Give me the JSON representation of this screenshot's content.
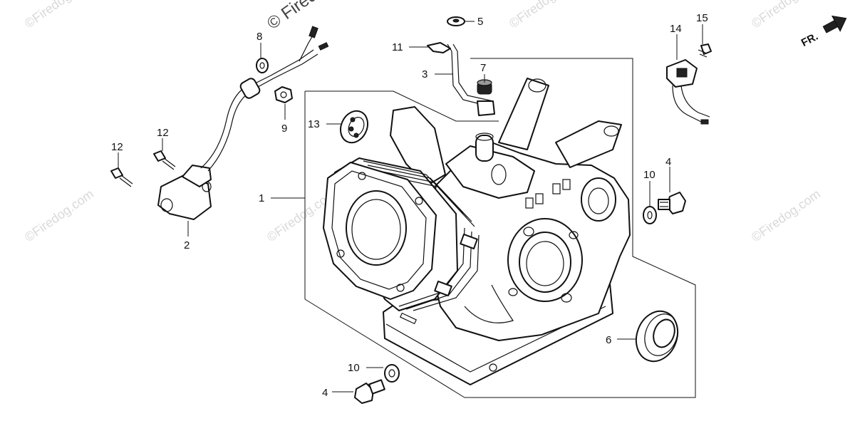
{
  "watermarks": {
    "strong": "© Firedog",
    "faint": "©Firedog.com"
  },
  "direction_indicator": "FR.",
  "callouts": {
    "c1": "1",
    "c2": "2",
    "c3": "3",
    "c4a": "4",
    "c4b": "4",
    "c5": "5",
    "c6": "6",
    "c7": "7",
    "c8": "8",
    "c9": "9",
    "c10a": "10",
    "c10b": "10",
    "c11": "11",
    "c12a": "12",
    "c12b": "12",
    "c13": "13",
    "c14": "14",
    "c15": "15"
  }
}
